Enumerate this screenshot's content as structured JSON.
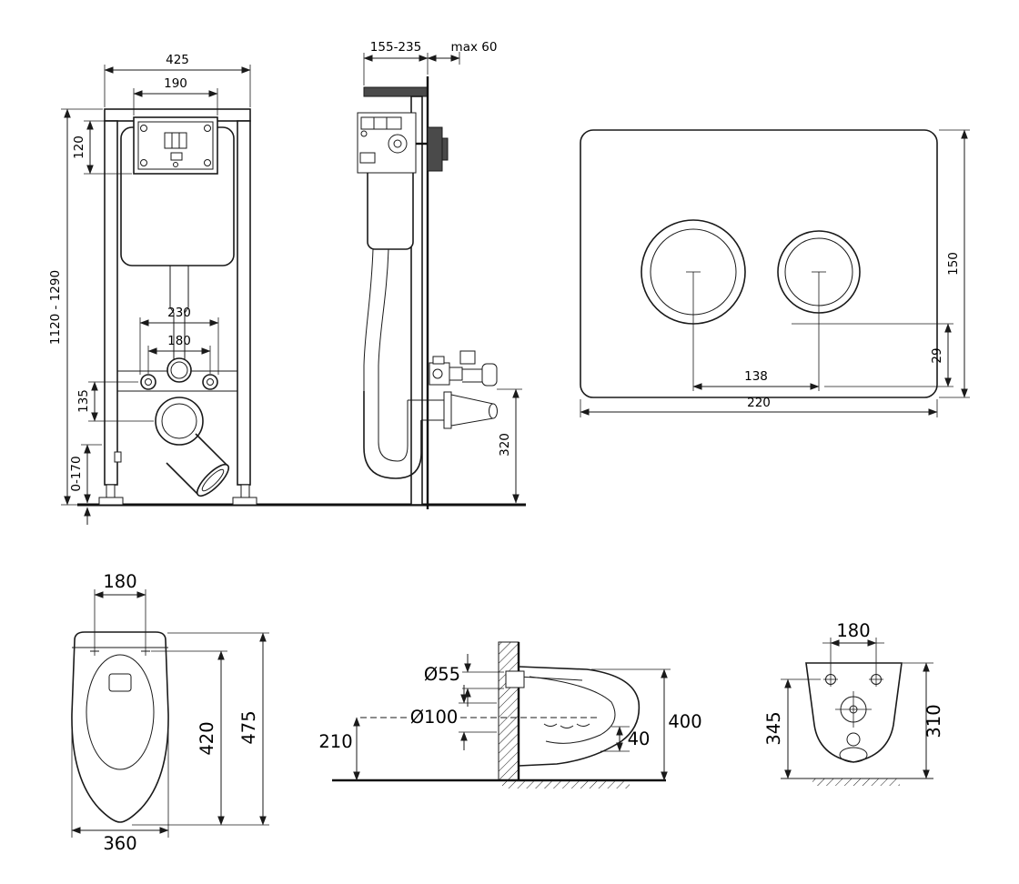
{
  "title": "wall-hung-toilet-installation-drawing",
  "colors": {
    "line": "#1a1a1a",
    "dark_bar": "#4a4a4a",
    "background": "#ffffff"
  },
  "frame_front": {
    "width": "425",
    "tank_access_width": "190",
    "tank_access_height": "120",
    "height_range": "1120 - 1290",
    "bolt_span_outer": "230",
    "bolt_span_inner": "180",
    "drain_offset": "135",
    "leg_adjustment": "0-170"
  },
  "frame_side": {
    "depth_range": "155-235",
    "wall_clearance": "max 60",
    "drain_height": "320"
  },
  "flush_plate": {
    "height": "150",
    "button_offset": "29",
    "button_spacing": "138",
    "width": "220"
  },
  "bowl_top": {
    "hole_spacing": "180",
    "length": "475",
    "inner_length": "420",
    "width": "360"
  },
  "bowl_side": {
    "inlet_diameter": "Ø55",
    "outlet_diameter": "Ø100",
    "outlet_height": "210",
    "height": "400",
    "ledge": "40"
  },
  "bowl_rear": {
    "hole_spacing": "180",
    "left_height": "345",
    "right_height": "310"
  }
}
